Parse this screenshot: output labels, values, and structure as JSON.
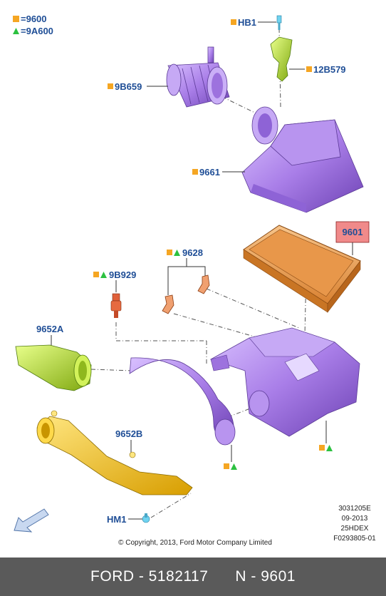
{
  "legend": [
    {
      "shape": "square",
      "color": "#f5a623",
      "label": "=9600"
    },
    {
      "shape": "triangle",
      "color": "#2cc140",
      "label": "=9A600"
    }
  ],
  "parts": {
    "hb1": "HB1",
    "p12b579": "12B579",
    "p9b659": "9B659",
    "p9661": "9661",
    "p9601": "9601",
    "p9628": "9628",
    "p9b929": "9B929",
    "p9652a": "9652A",
    "p9652b": "9652B",
    "hm1": "HM1"
  },
  "colors": {
    "purple": "#a97ee8",
    "purple_dark": "#7a4fc0",
    "green": "#b6e02a",
    "yellow": "#f2c200",
    "orange_filter": "#f0a55a",
    "red_sensor": "#e0603a",
    "highlight": "#f08a8a",
    "footer_bg": "#5a5a5a",
    "label_blue": "#1f4e96"
  },
  "info_block": [
    "3031205E",
    "09-2013",
    "25HDEX",
    "F0293805-01"
  ],
  "copyright": "© Copyright, 2013, Ford Motor Company Limited",
  "footer": {
    "brand": "FORD - 5182117",
    "part": "N - 9601"
  }
}
